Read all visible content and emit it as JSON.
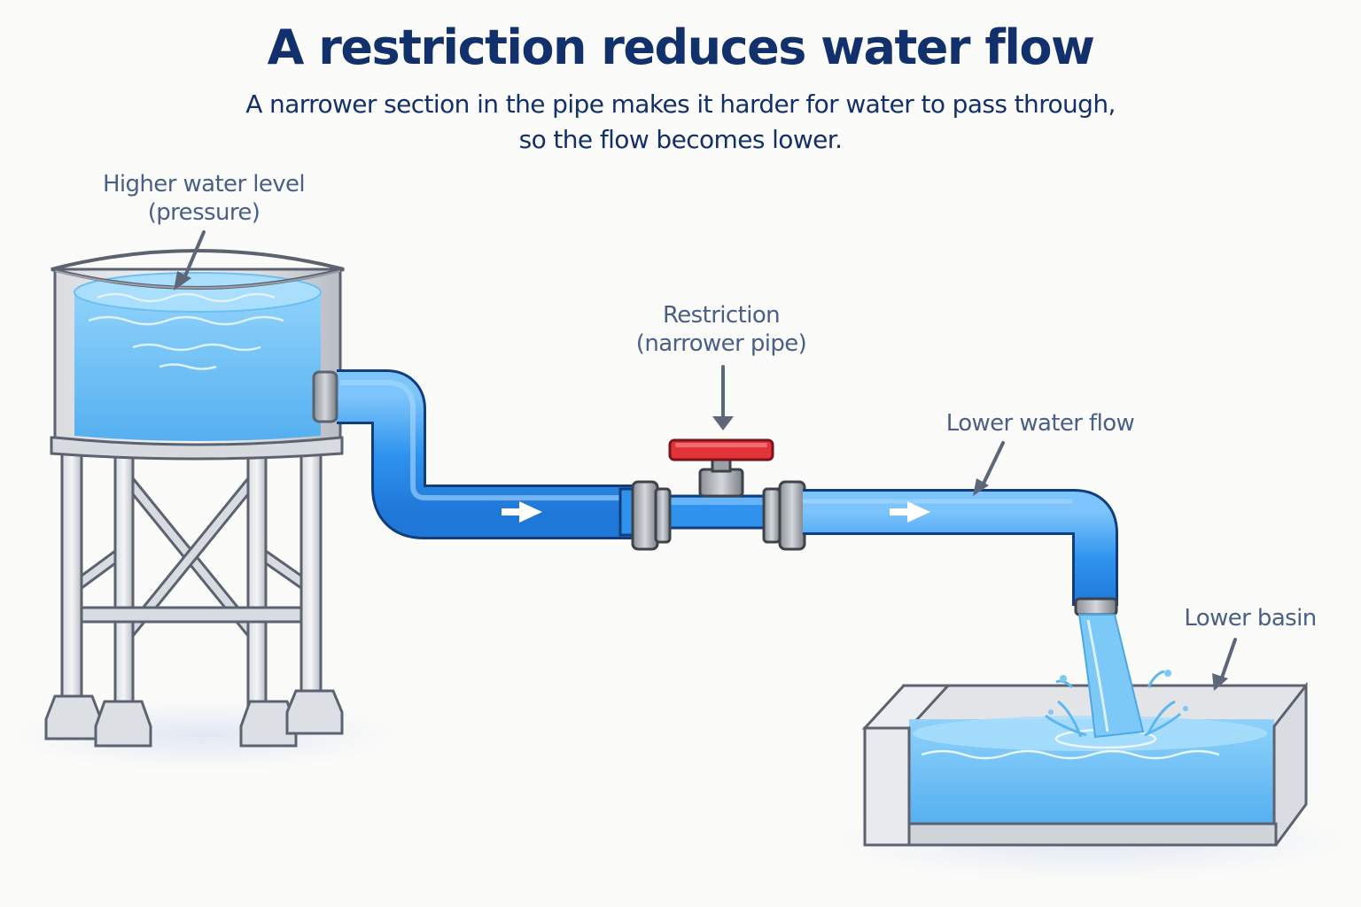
{
  "title": "A restriction reduces water flow",
  "subtitle": {
    "line1": "A narrower section in the pipe makes it harder for water to pass through,",
    "line2": "so the flow becomes lower."
  },
  "labels": {
    "tank": {
      "line1": "Higher water level",
      "line2": "(pressure)"
    },
    "restriction": {
      "line1": "Restriction",
      "line2": "(narrower pipe)"
    },
    "flow": "Lower water flow",
    "basin": "Lower basin"
  },
  "colors": {
    "title": "#12306b",
    "label": "#4a5f88",
    "water": "#5cb6f0",
    "pipe": "#2f93ee",
    "valve_handle": "#e2333a",
    "steel": "#c9ccd1"
  }
}
